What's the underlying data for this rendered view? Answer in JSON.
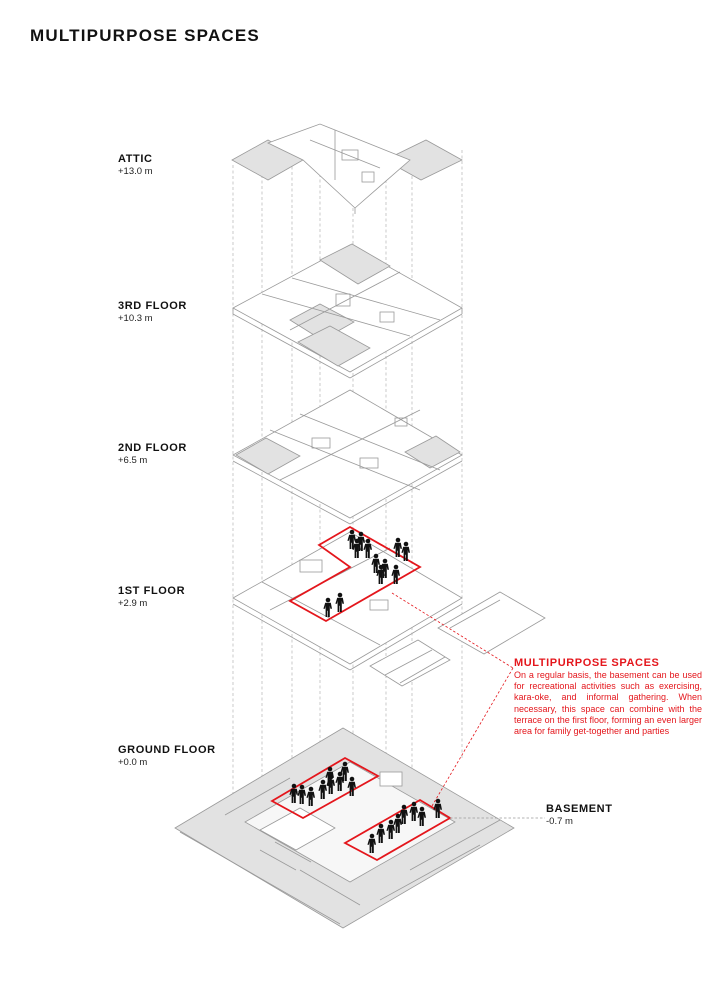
{
  "title": "MULTIPURPOSE SPACES",
  "levels": [
    {
      "name": "ATTIC",
      "elevation": "+13.0 m"
    },
    {
      "name": "3RD FLOOR",
      "elevation": "+10.3 m"
    },
    {
      "name": "2ND FLOOR",
      "elevation": "+6.5 m"
    },
    {
      "name": "1ST FLOOR",
      "elevation": "+2.9 m"
    },
    {
      "name": "GROUND FLOOR",
      "elevation": "+0.0 m"
    }
  ],
  "basement": {
    "name": "BASEMENT",
    "elevation": "-0.7 m"
  },
  "annotation": {
    "heading": "MULTIPURPOSE SPACES",
    "body": "On a regular basis, the basement can be used for recreational activities such as exercising, kara-oke, and informal gathering. When necessary, this space can combine with the terrace on the first floor, forming an even larger area for family get-together and parties"
  },
  "colors": {
    "accent": "#e4161c",
    "line": "#9a9a9a",
    "fill": "#e2e2e2",
    "text": "#111111"
  },
  "icons": [
    "people-figure-icon"
  ]
}
